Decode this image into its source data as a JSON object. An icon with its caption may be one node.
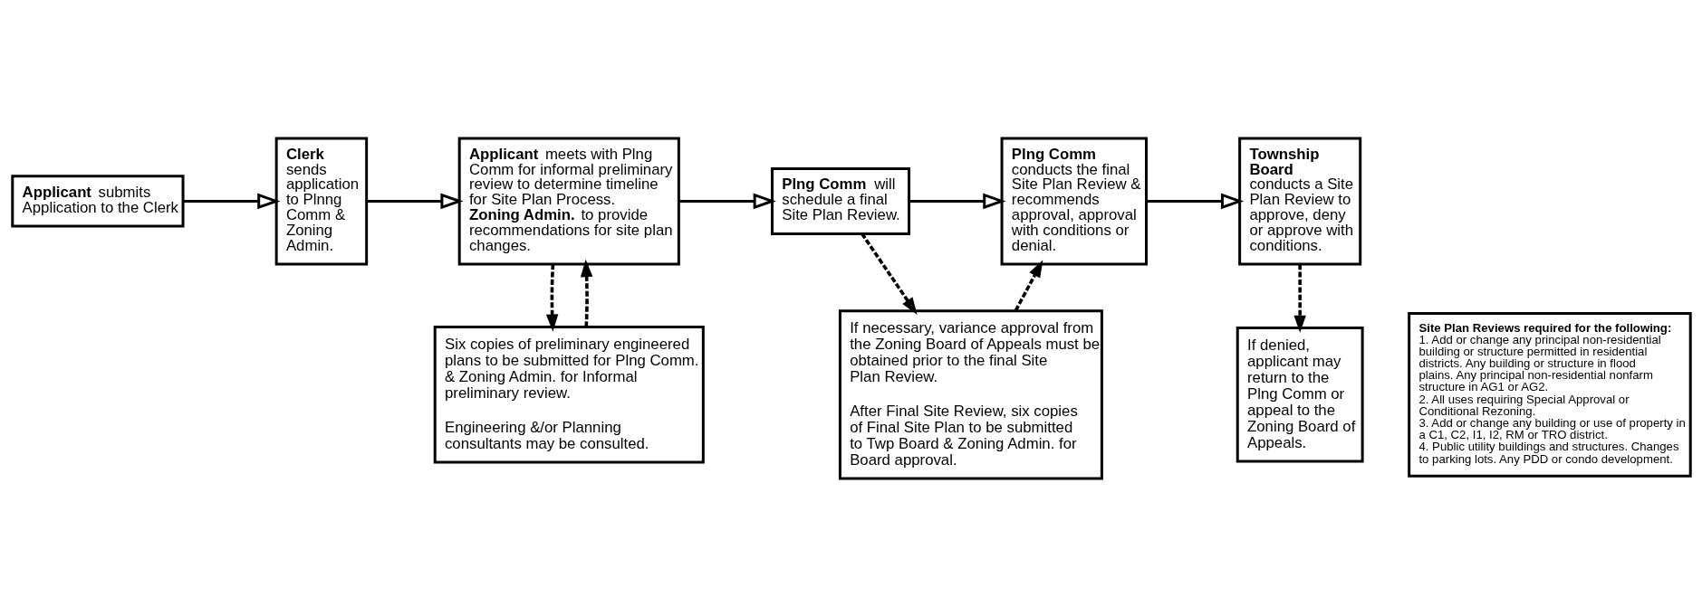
{
  "diagram": {
    "nodes": [
      {
        "text": [
          "**Applicant** submits Application to the Clerk"
        ]
      },
      {
        "text": [
          "**Clerk** sends application to Plnng Comm & Zoning Admin."
        ]
      },
      {
        "text": [
          "**Applicant** meets with Plng Comm for informal preliminary review to determine timeline for Site Plan Process.",
          "**Zoning Admin.** to provide recommendations for site plan changes."
        ]
      },
      {
        "text": [
          "**Plng Comm** will schedule a final Site Plan Review."
        ]
      },
      {
        "text": [
          "**Plng Comm** conducts the final Site Plan Review & recommends approval, approval with conditions or denial."
        ]
      },
      {
        "text": [
          "**Township Board** conducts a Site Plan Review to approve, deny or approve with conditions."
        ]
      },
      {
        "text": [
          "Site Plan Reviews required for the following:",
          "1. Add or change any principal non-residential building or structure permitted in residential districts. Any building or structure in flood plains. Any principal non-residential nonfarm structure in AG1 or AG2.",
          "2. All uses requiring Special Approval or Conditional Rezoning.",
          "3. Add or change any building or use of property in a C1, C2, I1, I2, RM or TRO district.",
          "4. Public utility buildings and structures. Changes to parking lots. Any PDD or condo development."
        ]
      },
      {
        "text": [
          "Six copies of preliminary engineered plans to be submitted for Plng Comm. & Zoning Admin. for Informal preliminary review.",
          "Engineering &/or Planning consultants may be consulted."
        ]
      },
      {
        "text": [
          "If necessary, variance approval from the Zoning Board of Appeals must be obtained prior to the final Site Plan Review.",
          "After Final Site Review, six copies of Final Site Plan to be submitted to Twp Board & Zoning Admin. for Board approval."
        ]
      },
      {
        "text": [
          "If denied, applicant may return to the Plng Comm or appeal to the Zoning Board of Appeals."
        ]
      }
    ],
    "edges": [
      {
        "from": 0,
        "to": 1,
        "arrow": "to"
      },
      {
        "from": 1,
        "to": 2,
        "arrow": "to"
      },
      {
        "from": 2,
        "to": 3,
        "arrow": "to"
      },
      {
        "from": 3,
        "to": 4,
        "arrow": "to"
      },
      {
        "from": 4,
        "to": 5,
        "arrow": "to"
      },
      {
        "from": 2,
        "to": 7,
        "arrow": "to",
        "style": "dashed"
      },
      {
        "from": 7,
        "to": 2,
        "arrow": "to",
        "style": "dashed"
      },
      {
        "from": 3,
        "to": 8,
        "arrow": "to",
        "style": "dashed"
      },
      {
        "from": 8,
        "to": 4,
        "arrow": "to",
        "style": "dashed"
      },
      {
        "from": 5,
        "to": 9,
        "arrow": "to",
        "style": "dashed"
      }
    ]
  }
}
